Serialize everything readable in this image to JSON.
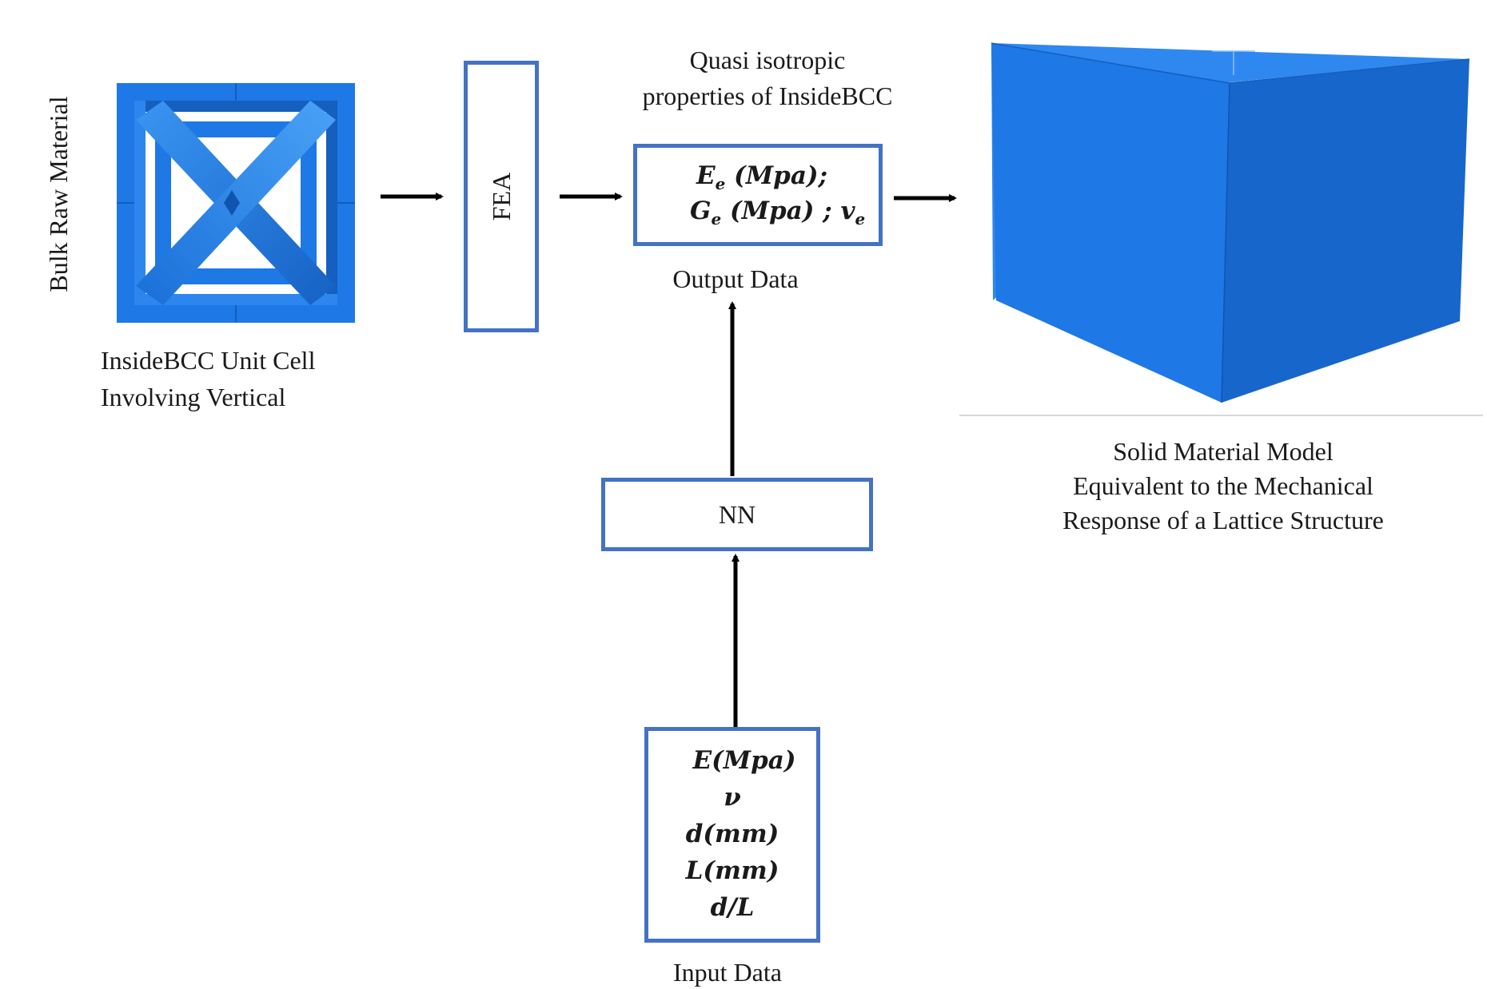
{
  "side_label": "Bulk Raw Material",
  "unit_cell": {
    "caption_line1": "InsideBCC Unit Cell",
    "caption_line2": "Involving Vertical"
  },
  "fea": {
    "label": "FEA"
  },
  "quasi": {
    "line1": "Quasi isotropic",
    "line2": "properties of InsideBCC"
  },
  "output_box": {
    "E": "E",
    "E_sub": "e",
    "E_unit": " (Mpa);",
    "G": "G",
    "G_sub": "e",
    "G_unit": " (Mpa) ; ",
    "v": "v",
    "v_sub": "e"
  },
  "output_caption": "Output Data",
  "nn": {
    "label": "NN"
  },
  "input_box": {
    "items": [
      "E(Mpa)",
      "ν",
      "d(mm)",
      "L(mm)",
      "d/L"
    ]
  },
  "input_caption": "Input Data",
  "solid_model": {
    "line1": "Solid Material Model",
    "line2": "Equivalent to the Mechanical",
    "line3": "Response of a Lattice Structure"
  },
  "colors": {
    "box_border": "#4472c4",
    "cube_front": "#1e78e6",
    "cube_top": "#2f88ef",
    "cube_side": "#1766cc",
    "arrow": "#000000"
  }
}
